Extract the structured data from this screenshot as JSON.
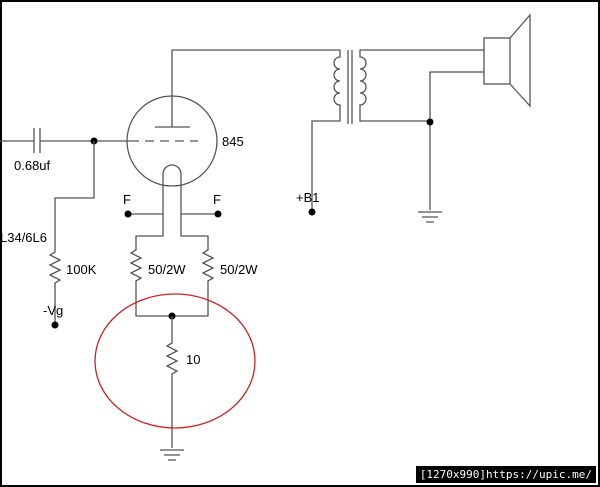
{
  "labels": {
    "capacitor": "0.68uf",
    "tube": "845",
    "driver_tube": "L34/6L6",
    "grid_resistor": "100K",
    "neg_bias": "-Vg",
    "filament_left": "F",
    "filament_right": "F",
    "b_plus": "+B1",
    "res_left": "50/2W",
    "res_right": "50/2W",
    "res_center": "10"
  },
  "watermark": "[1270x990]https://upic.me/",
  "colors": {
    "wire": "#555555",
    "highlight": "#cc2222",
    "dot": "#000000"
  }
}
